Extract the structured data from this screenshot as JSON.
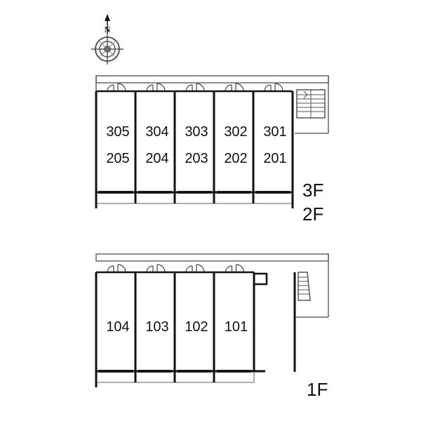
{
  "compass": {
    "north_label": "N",
    "icon": "compass-rose-icon"
  },
  "upper_block": {
    "units": [
      {
        "top": "305",
        "bottom": "205"
      },
      {
        "top": "304",
        "bottom": "204"
      },
      {
        "top": "303",
        "bottom": "203"
      },
      {
        "top": "302",
        "bottom": "202"
      },
      {
        "top": "301",
        "bottom": "201"
      }
    ],
    "floor_labels": [
      "3F",
      "2F"
    ]
  },
  "lower_block": {
    "units": [
      "104",
      "103",
      "102",
      "101"
    ],
    "floor_labels": [
      "1F"
    ]
  },
  "colors": {
    "wall": "#111111",
    "outline": "#555555",
    "background": "#ffffff"
  }
}
